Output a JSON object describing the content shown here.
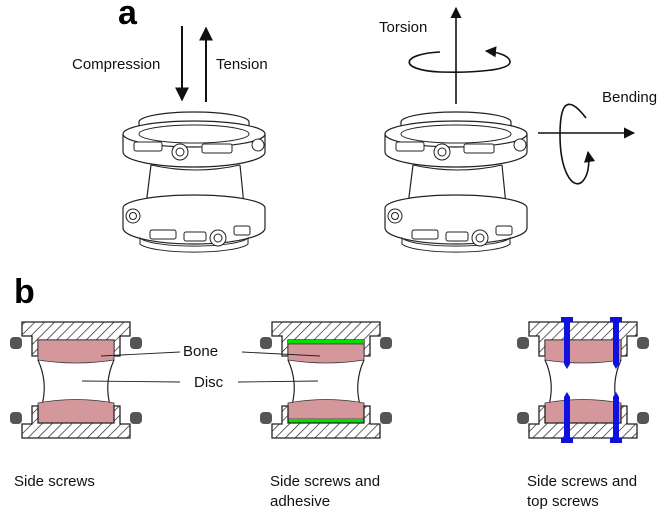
{
  "panels": {
    "a": {
      "letter": "a",
      "labels": {
        "compression": "Compression",
        "tension": "Tension",
        "torsion": "Torsion",
        "bending": "Bending"
      }
    },
    "b": {
      "letter": "b",
      "labels": {
        "bone": "Bone",
        "disc": "Disc"
      },
      "captions": [
        {
          "line1": "Side screws",
          "line2": ""
        },
        {
          "line1": "Side screws and",
          "line2": "adhesive"
        },
        {
          "line1": "Side screws and",
          "line2": "top screws"
        }
      ]
    }
  },
  "colors": {
    "bone": "#d4989c",
    "adhesive": "#00e000",
    "screw": "#1010e0",
    "side_screw": "#555555",
    "line": "#222222"
  }
}
